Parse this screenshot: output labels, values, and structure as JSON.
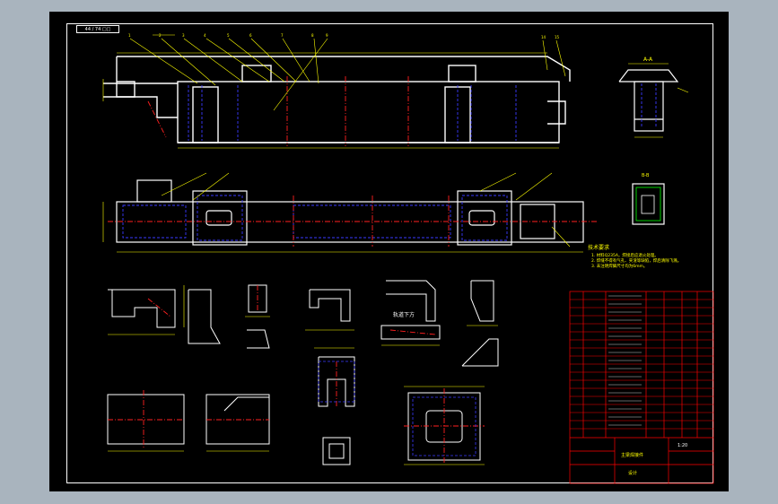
{
  "drawing": {
    "frame_label": "44 / 74 □□",
    "section_a": "A-A",
    "section_b": "B-B",
    "technical_title": "技术要求",
    "notes": [
      "1. 材料Q235A，焊接后应退火处理。",
      "2. 焊缝不得有气孔、夹渣等缺陷，焊后清除飞溅。",
      "3. 未注明焊脚尺寸均为6mm。"
    ],
    "local_label": "轨道下方",
    "title_block": {
      "name": "主梁焊接件",
      "code": "设计",
      "scale": "1:20"
    },
    "colors": {
      "background": "#000000",
      "outline": "#ffffff",
      "dimension": "#ffff00",
      "hidden": "#3a3aff",
      "center": "#ff2020",
      "table": "#ff0000"
    }
  }
}
